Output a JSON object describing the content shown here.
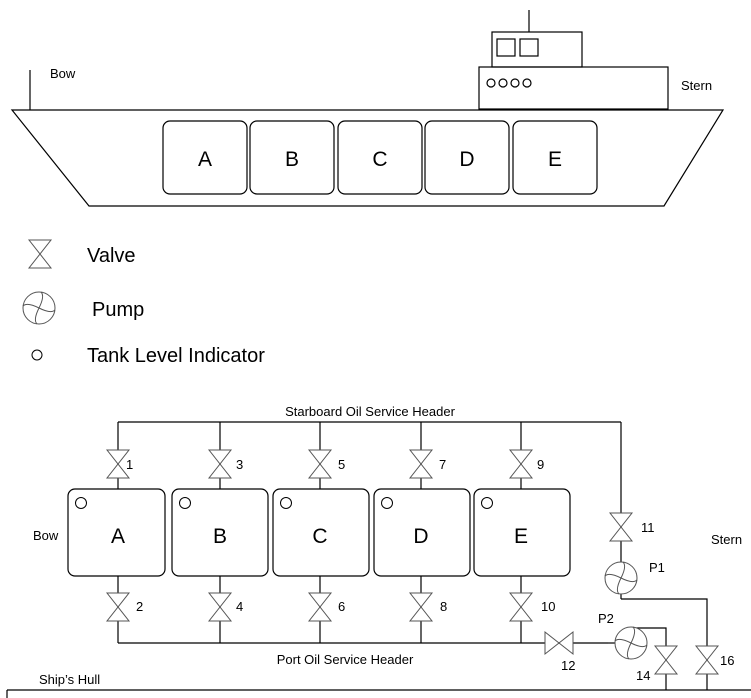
{
  "ship": {
    "bow_label": "Bow",
    "stern_label": "Stern",
    "tanks": [
      "A",
      "B",
      "C",
      "D",
      "E"
    ],
    "portholes": 4
  },
  "legend": {
    "valve": "Valve",
    "pump": "Pump",
    "indicator": "Tank Level Indicator"
  },
  "schematic": {
    "bow_label": "Bow",
    "stern_label": "Stern",
    "starboard_header": "Starboard Oil Service Header",
    "port_header": "Port Oil Service Header",
    "hull_label": "Ship’s Hull",
    "tanks": [
      "A",
      "B",
      "C",
      "D",
      "E"
    ],
    "upper_valves": [
      "1",
      "3",
      "5",
      "7",
      "9"
    ],
    "lower_valves": [
      "2",
      "4",
      "6",
      "8",
      "10"
    ],
    "valve_11": "11",
    "valve_12": "12",
    "valve_14": "14",
    "valve_16": "16",
    "pump_1": "P1",
    "pump_2": "P2"
  }
}
